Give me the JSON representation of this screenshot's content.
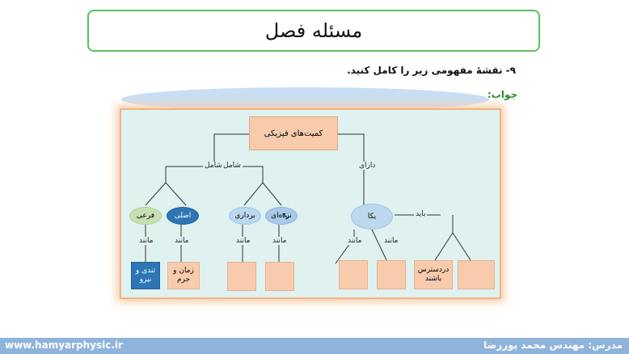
{
  "header": {
    "title": "مسئله فصل"
  },
  "question": {
    "text": "۹- نقشهٔ مفهومی زیر را کامل کنید."
  },
  "answer": {
    "label": "جواب:"
  },
  "diagram": {
    "root": "کمیت‌های فیزیکی",
    "edge_labels": {
      "shamel_left": "شامل",
      "shamel_right": "شامل",
      "daraye": "دارای",
      "bayad": "باید",
      "manand_1": "مانند",
      "manand_2": "مانند",
      "manand_3": "مانند",
      "manand_4": "مانند",
      "manand_5": "مانند",
      "manand_6": "مانند"
    },
    "nodes": {
      "farei": "فرعی",
      "asli": "اصلی",
      "bordari": "برداری",
      "nardeh": "نرده‌ای",
      "yeka": "یکا"
    },
    "leaves": {
      "farei_example": "تندی و نیرو",
      "asli_example": "زمان و جرم",
      "accessible": "دردسترس باشند"
    }
  },
  "footer": {
    "website": "www.hamyarphysic.ir",
    "teacher": "مدرس: مهندس محمد پوررضا"
  }
}
